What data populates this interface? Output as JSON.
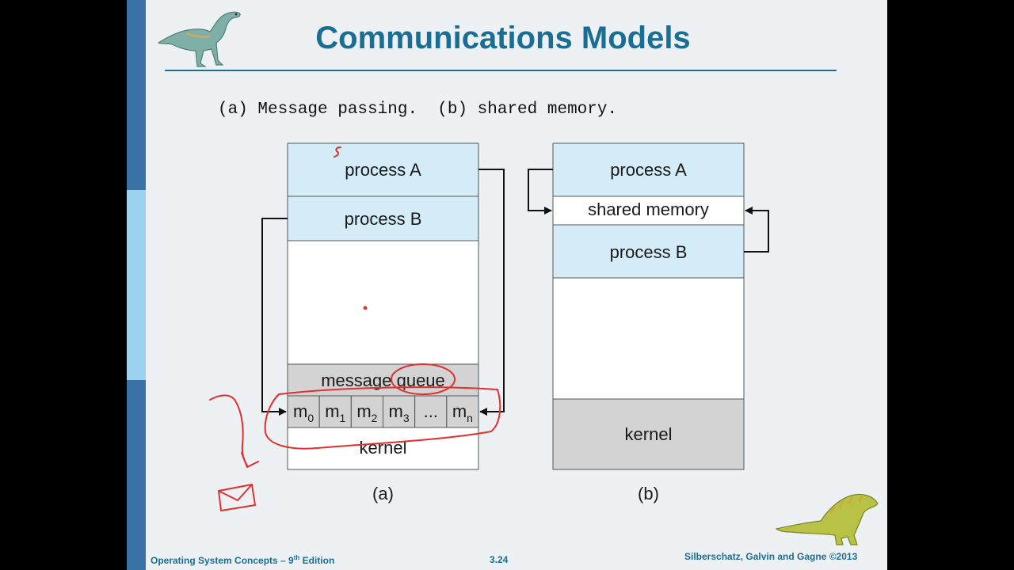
{
  "slide": {
    "title": "Communications Models",
    "caption": "(a) Message passing.  (b) shared memory."
  },
  "figure_a": {
    "process_a": "process A",
    "process_b": "process B",
    "message_queue": "message queue",
    "queue_cells": [
      {
        "base": "m",
        "sub": "0"
      },
      {
        "base": "m",
        "sub": "1"
      },
      {
        "base": "m",
        "sub": "2"
      },
      {
        "base": "m",
        "sub": "3"
      },
      {
        "base": "...",
        "sub": ""
      },
      {
        "base": "m",
        "sub": "n"
      }
    ],
    "kernel": "kernel",
    "label": "(a)"
  },
  "figure_b": {
    "process_a": "process A",
    "shared_memory": "shared memory",
    "process_b": "process B",
    "kernel": "kernel",
    "label": "(b)"
  },
  "footer": {
    "book": "Operating System Concepts – 9",
    "edition_sup": "th",
    "edition_rest": " Edition",
    "page": "3.24",
    "authors": "Silberschatz, Galvin and Gagne ©2013"
  },
  "colors": {
    "title": "#1a6e93",
    "process_fill": "#d3ecf8",
    "kernel_fill": "#d3d3d3",
    "annotation": "#e03030"
  }
}
